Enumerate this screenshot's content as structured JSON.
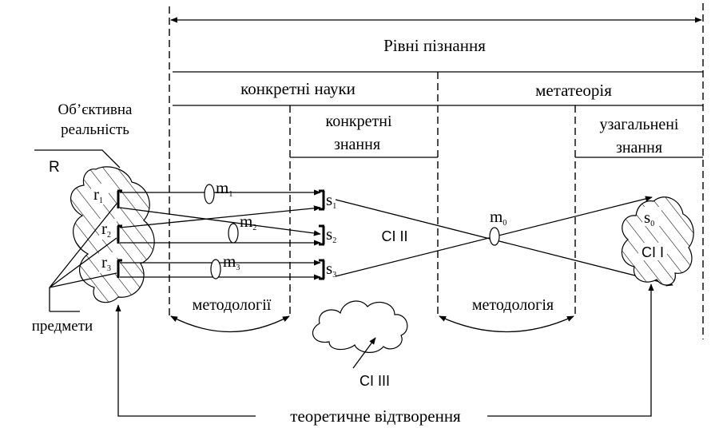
{
  "header": {
    "title": "Рівні пізнання",
    "left_column": "конкретні науки",
    "right_column": "метатеорія"
  },
  "reality": {
    "label_line1": "Об’єктивна",
    "label_line2": "реальність",
    "symbol": "R",
    "objects_label": "предмети",
    "objects": [
      {
        "letter": "r",
        "sub": "1"
      },
      {
        "letter": "r",
        "sub": "2"
      },
      {
        "letter": "r",
        "sub": "3"
      }
    ]
  },
  "concrete_knowledge": {
    "line1": "конкретні",
    "line2": "знання",
    "system_label": "СІ ІІ",
    "items": [
      {
        "letter": "s",
        "sub": "1"
      },
      {
        "letter": "s",
        "sub": "2"
      },
      {
        "letter": "s",
        "sub": "3"
      }
    ]
  },
  "methods": [
    {
      "letter": "m",
      "sub": "1"
    },
    {
      "letter": "m",
      "sub": "2"
    },
    {
      "letter": "m",
      "sub": "3"
    }
  ],
  "meta_method": {
    "letter": "m",
    "sub": "0"
  },
  "general_knowledge": {
    "line1": "узагальнені",
    "line2": "знання",
    "item": {
      "letter": "s",
      "sub": "0"
    },
    "system_label": "СІ І"
  },
  "methodologies_label": "методології",
  "methodology_label": "методологія",
  "system_three_label": "СІ ІІІ",
  "feedback_label": "теоретичне відтворення"
}
